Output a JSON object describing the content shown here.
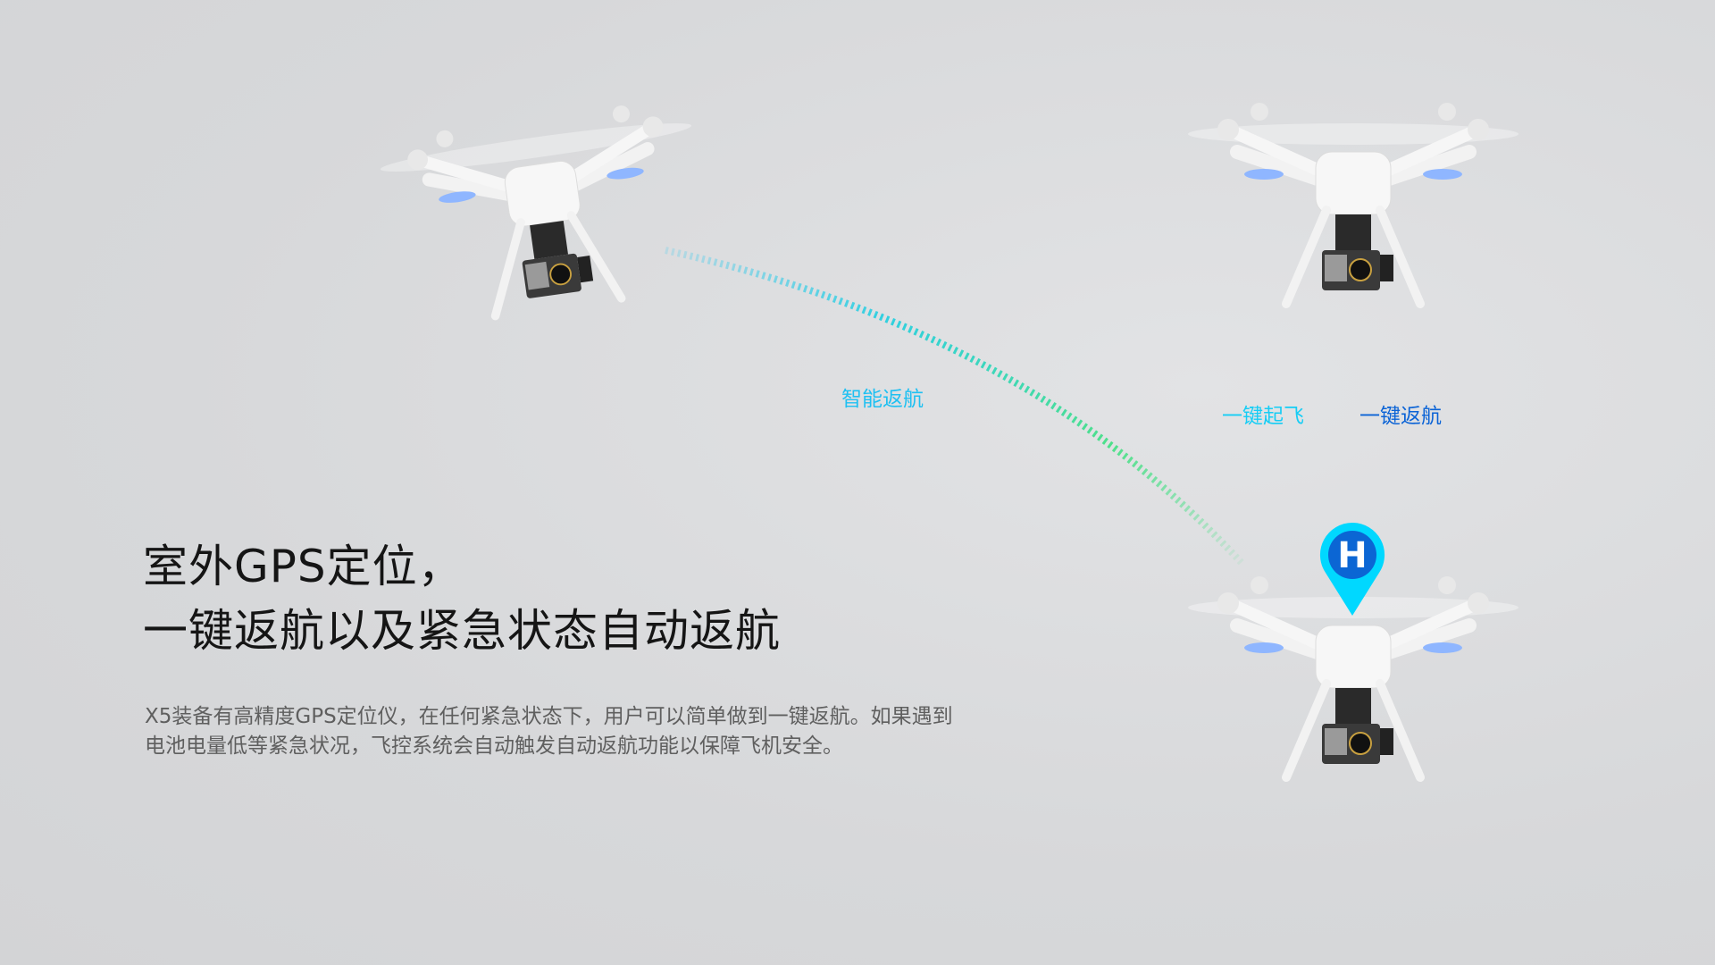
{
  "heading": {
    "line1": "室外GPS定位，",
    "line2": "一键返航以及紧急状态自动返航"
  },
  "description": "X5装备有高精度GPS定位仪，在任何紧急状态下，用户可以简单做到一键返航。如果遇到电池电量低等紧急状况，飞控系统会自动触发自动返航功能以保障飞机安全。",
  "labels": {
    "smart_return": "智能返航",
    "one_key_takeoff": "一键起飞",
    "one_key_return": "一键返航"
  },
  "home_marker": {
    "letter": "H"
  },
  "colors": {
    "background": "#d8d9db",
    "cyan": "#00d8ff",
    "blue": "#0b63d6",
    "green": "#4ee08a"
  }
}
